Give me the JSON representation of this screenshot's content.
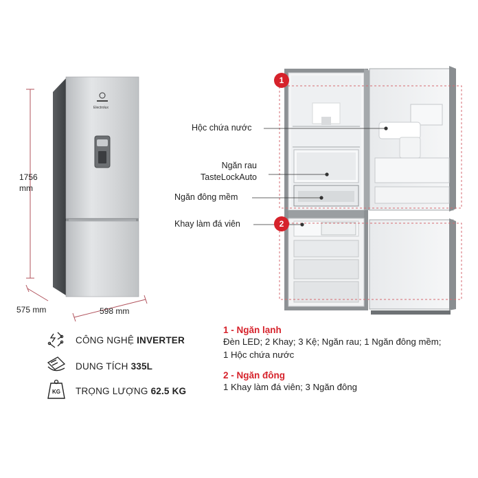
{
  "dimensions": {
    "height_value": "1756",
    "height_unit": "mm",
    "depth": "575 mm",
    "width": "598 mm"
  },
  "fridge": {
    "brand": "Electrolux"
  },
  "callouts": {
    "water_tank": "Hộc chứa nước",
    "crisper_line1": "Ngăn rau",
    "crisper_line2": "TasteLockAuto",
    "soft_freeze": "Ngăn đông mềm",
    "ice_tray": "Khay làm đá viên",
    "badge1": "1",
    "badge2": "2"
  },
  "specs": [
    {
      "icon": "inverter-chip-icon",
      "label": "CÔNG NGHỆ ",
      "value": "INVERTER"
    },
    {
      "icon": "capacity-icon",
      "label": "DUNG TÍCH ",
      "value": "335L"
    },
    {
      "icon": "weight-kg-icon",
      "label": "TRỌNG LƯỢNG ",
      "value": "62.5 KG"
    }
  ],
  "weight_icon_text": "KG",
  "sections": {
    "fridge_title": "1 - Ngăn lạnh",
    "fridge_line1": "Đèn LED; 2 Khay; 3 Kệ; Ngăn rau; 1 Ngăn đông mềm;",
    "fridge_line2": "1 Hộc chứa nước",
    "freezer_title": "2 - Ngăn đông",
    "freezer_line1": "1 Khay làm đá viên; 3 Ngăn đông"
  },
  "colors": {
    "accent": "#d6222b",
    "dimension_line": "#b0505a",
    "steel": "#c9cccf"
  }
}
